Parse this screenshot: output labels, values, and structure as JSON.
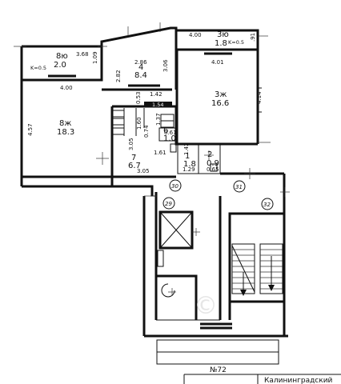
{
  "rooms": [
    {
      "label": "8ю",
      "area": "2.0"
    },
    {
      "label": "4",
      "area": "8.4"
    },
    {
      "label": "3ю",
      "area": "1.8"
    },
    {
      "label": "3ж",
      "area": "16.6"
    },
    {
      "label": "8ж",
      "area": "18.3"
    },
    {
      "label": "7",
      "area": "6.7"
    },
    {
      "label": "6",
      "area": "1.0"
    },
    {
      "label": "1",
      "area": "1.8"
    },
    {
      "label": "2",
      "area": "0.9"
    }
  ],
  "coefficients": {
    "k_left": "K=0.5",
    "k_right": "K=0.5"
  },
  "dimensions": {
    "d_3_68": "3.68",
    "d_1_09": "1.09",
    "d_2_86": "2.86",
    "d_3_06": "3.06",
    "d_2_82": "2.82",
    "d_4_00_top": "4.00",
    "d_0_91": ".91",
    "d_4_01": "4.01",
    "d_4_00_left": "4.00",
    "d_1_42a": "1.42",
    "d_0_53": "0.53",
    "d_1_54": "1.54",
    "d_4_14": "4.14",
    "d_4_57": "4.57",
    "d_1_60": "1.60",
    "d_1_37": "1.37",
    "d_0_74": "0.74",
    "d_0_61": "0.61",
    "d_3_05a": "3.05",
    "d_1_61": "1.61",
    "d_1_42b": "1.42",
    "d_3_05b": "3.05",
    "d_1_29": "1.29",
    "d_0_65": "0.65"
  },
  "markers": [
    "30",
    "31",
    "29",
    "32"
  ],
  "footer": {
    "house_no": "№72",
    "street": "Калининградский"
  },
  "watermark": "©"
}
